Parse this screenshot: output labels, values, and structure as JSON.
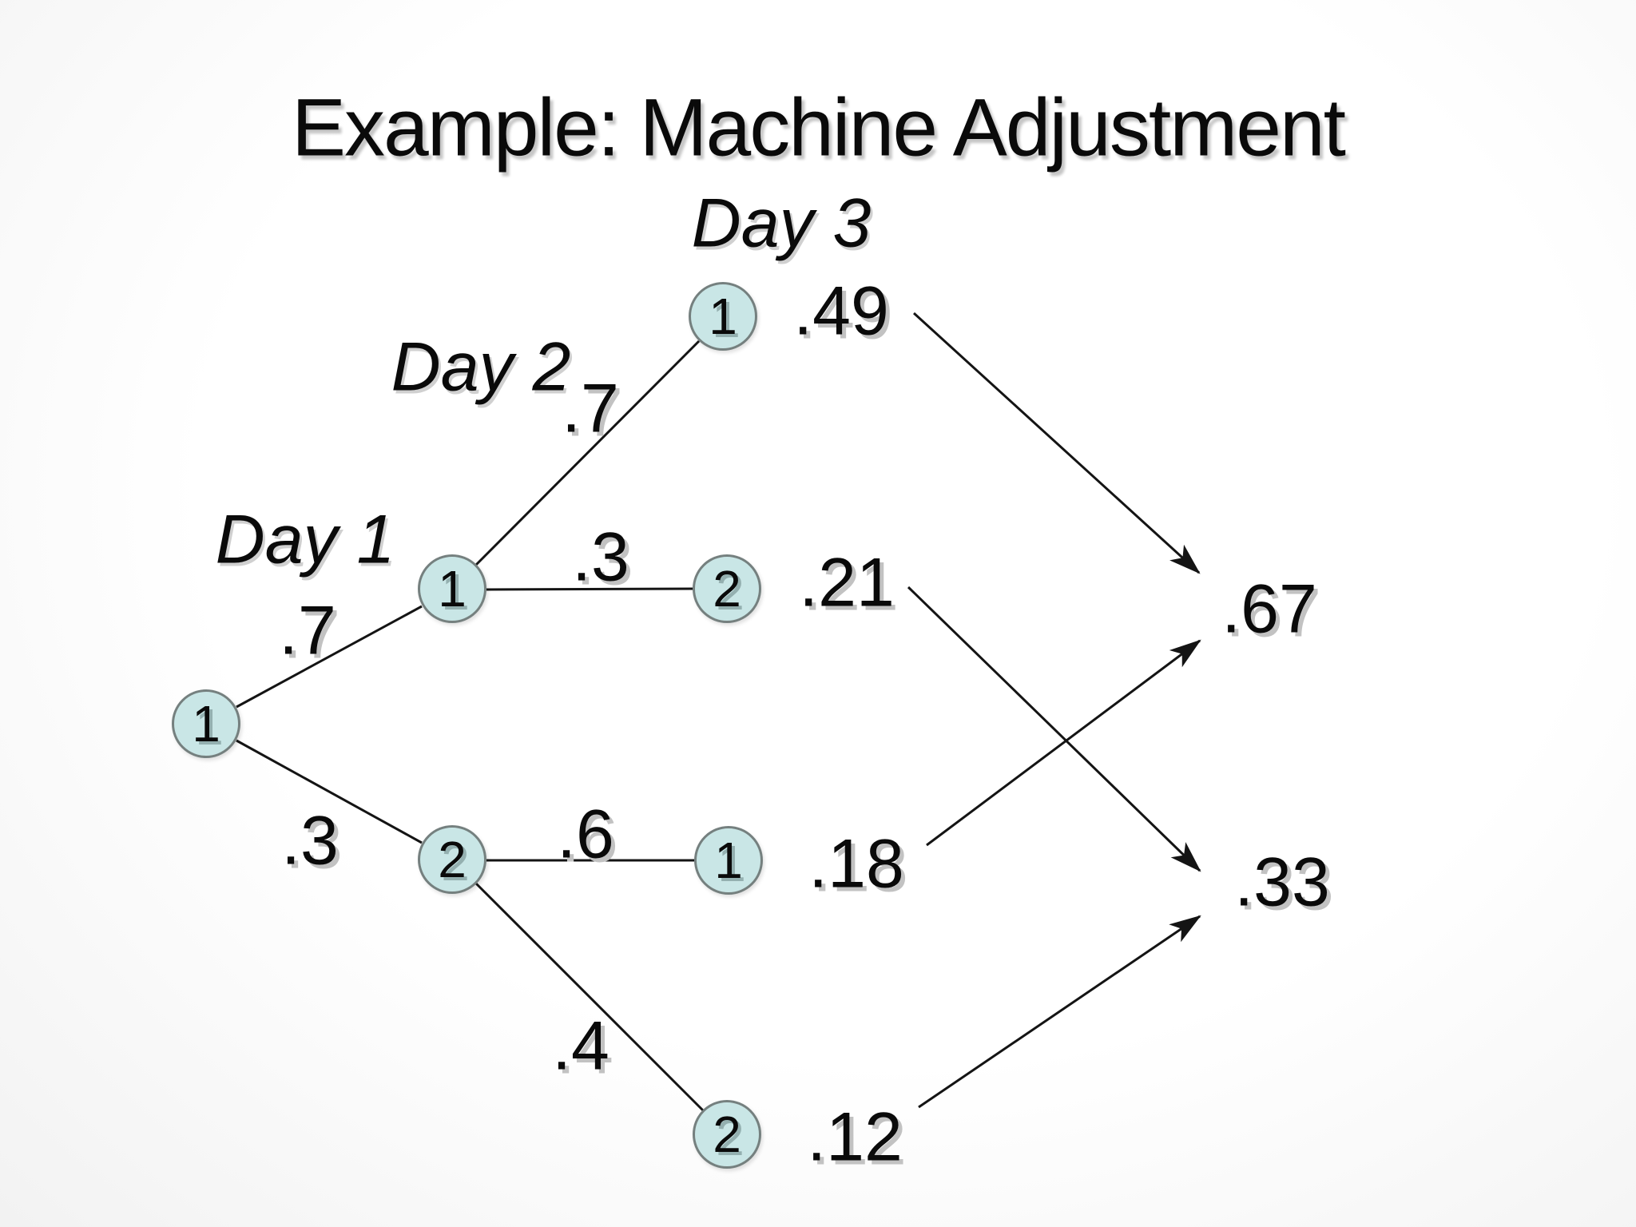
{
  "slide": {
    "title": "Example: Machine Adjustment"
  },
  "day_labels": {
    "day1": "Day 1",
    "day2": "Day 2",
    "day3": "Day 3"
  },
  "nodes": {
    "root": "1",
    "d2_m1": "1",
    "d2_m2": "2",
    "d3_m1": "1",
    "d3_m2": "2",
    "d3_m3": "1",
    "d3_m4": "2"
  },
  "branch_probabilities": {
    "day1_to_m1": ".7",
    "day1_to_m2": ".3",
    "day2_m1_to_m1": ".7",
    "day2_m1_to_m2": ".3",
    "day2_m2_to_m1": ".6",
    "day2_m2_to_m2": ".4"
  },
  "path_outcomes": {
    "m1_then_m1": ".49",
    "m1_then_m2": ".21",
    "m2_then_m1": ".18",
    "m2_then_m2": ".12"
  },
  "totals": {
    "machine1": ".67",
    "machine2": ".33"
  },
  "colors": {
    "background": "#fcfcfc",
    "node_fill": "#c9e6e6",
    "node_border": "#75807f",
    "line": "#141414",
    "text": "#0a0a0a"
  },
  "tree_data": {
    "type": "probability_tree",
    "branches": [
      {
        "from_day": "Day 1",
        "from_state": "1",
        "to_day": "Day 2",
        "to_state": "1",
        "p": ".7"
      },
      {
        "from_day": "Day 1",
        "from_state": "1",
        "to_day": "Day 2",
        "to_state": "2",
        "p": ".3"
      },
      {
        "from_day": "Day 2",
        "from_state": "1",
        "to_day": "Day 3",
        "to_state": "1",
        "p": ".7",
        "outcome": ".49"
      },
      {
        "from_day": "Day 2",
        "from_state": "1",
        "to_day": "Day 3",
        "to_state": "2",
        "p": ".3",
        "outcome": ".21"
      },
      {
        "from_day": "Day 2",
        "from_state": "2",
        "to_day": "Day 3",
        "to_state": "1",
        "p": ".6",
        "outcome": ".18"
      },
      {
        "from_day": "Day 2",
        "from_state": "2",
        "to_day": "Day 3",
        "to_state": "2",
        "p": ".4",
        "outcome": ".12"
      }
    ],
    "sums": [
      {
        "total": ".67",
        "from_outcomes": [
          ".49",
          ".18"
        ]
      },
      {
        "total": ".33",
        "from_outcomes": [
          ".21",
          ".12"
        ]
      }
    ]
  }
}
